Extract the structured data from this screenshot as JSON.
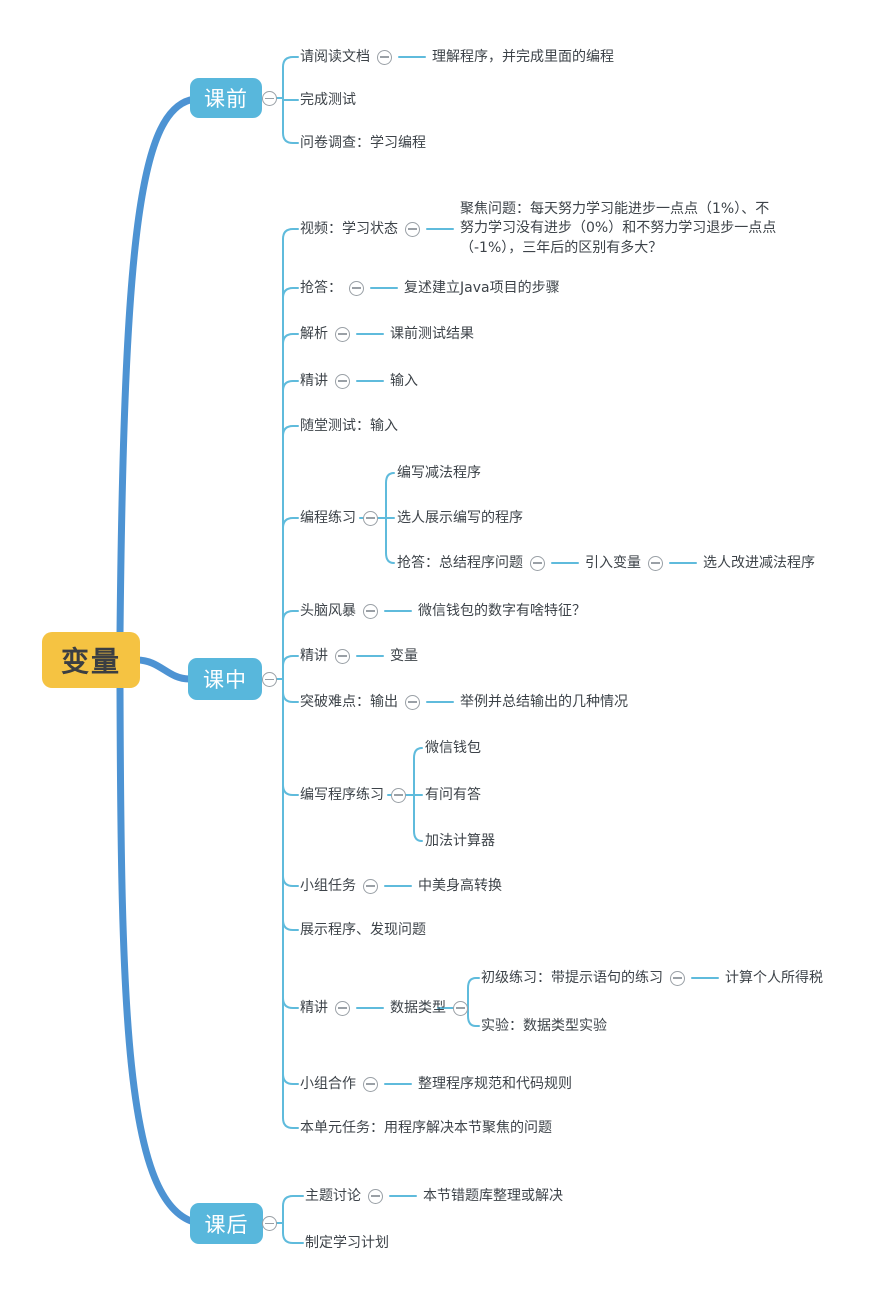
{
  "colors": {
    "root_fill": "#f5c342",
    "branch_fill": "#58b7dc",
    "trunk_line": "#4d93d3",
    "sub_line": "#5fbbdc",
    "text": "#3d4349",
    "collapse_icon": "#9aa0a6"
  },
  "root": {
    "label": "变量"
  },
  "branches": [
    {
      "label": "课前",
      "children": [
        {
          "label": "请阅读文档",
          "children": [
            {
              "label": "理解程序，并完成里面的编程"
            }
          ]
        },
        {
          "label": "完成测试"
        },
        {
          "label": "问卷调查：学习编程"
        }
      ]
    },
    {
      "label": "课中",
      "children": [
        {
          "label": "视频：学习状态",
          "children": [
            {
              "label": "聚焦问题：每天努力学习能进步一点点（1%）、不努力学习没有进步（0%）和不努力学习退步一点点（-1%），三年后的区别有多大？"
            }
          ]
        },
        {
          "label": "抢答：",
          "children": [
            {
              "label": "复述建立Java项目的步骤"
            }
          ]
        },
        {
          "label": "解析",
          "children": [
            {
              "label": "课前测试结果"
            }
          ]
        },
        {
          "label": "精讲",
          "children": [
            {
              "label": "输入"
            }
          ]
        },
        {
          "label": "随堂测试：输入"
        },
        {
          "label": "编程练习",
          "children": [
            {
              "label": "编写减法程序"
            },
            {
              "label": "选人展示编写的程序"
            },
            {
              "label": "抢答：总结程序问题",
              "children": [
                {
                  "label": "引入变量",
                  "children": [
                    {
                      "label": "选人改进减法程序"
                    }
                  ]
                }
              ]
            }
          ]
        },
        {
          "label": "头脑风暴",
          "children": [
            {
              "label": "微信钱包的数字有啥特征？"
            }
          ]
        },
        {
          "label": "精讲",
          "children": [
            {
              "label": "变量"
            }
          ]
        },
        {
          "label": "突破难点：输出",
          "children": [
            {
              "label": "举例并总结输出的几种情况"
            }
          ]
        },
        {
          "label": "编写程序练习",
          "children": [
            {
              "label": "微信钱包"
            },
            {
              "label": "有问有答"
            },
            {
              "label": "加法计算器"
            }
          ]
        },
        {
          "label": "小组任务",
          "children": [
            {
              "label": "中美身高转换"
            }
          ]
        },
        {
          "label": "展示程序、发现问题"
        },
        {
          "label": "精讲",
          "children": [
            {
              "label": "数据类型",
              "children": [
                {
                  "label": "初级练习：带提示语句的练习",
                  "children": [
                    {
                      "label": "计算个人所得税"
                    }
                  ]
                },
                {
                  "label": "实验：数据类型实验"
                }
              ]
            }
          ]
        },
        {
          "label": "小组合作",
          "children": [
            {
              "label": "整理程序规范和代码规则"
            }
          ]
        },
        {
          "label": "本单元任务：用程序解决本节聚焦的问题"
        }
      ]
    },
    {
      "label": "课后",
      "children": [
        {
          "label": "主题讨论",
          "children": [
            {
              "label": "本节错题库整理或解决"
            }
          ]
        },
        {
          "label": "制定学习计划"
        }
      ]
    }
  ]
}
